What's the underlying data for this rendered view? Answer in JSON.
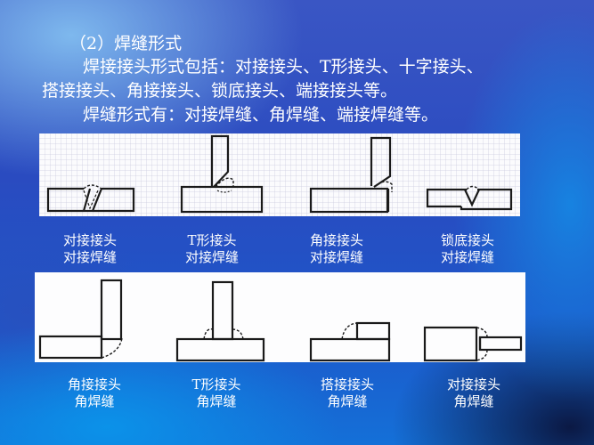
{
  "slide": {
    "heading": "（2）焊缝形式",
    "paragraph_line_1": "焊接接头形式包括：对接接头、T形接头、十字接头、",
    "paragraph_line_2": "搭接接头、角接接头、锁底接头、端接接头等。",
    "paragraph_line_3": "焊缝形式有：对接焊缝、角焊缝、端接焊缝等。"
  },
  "top_row": {
    "figures": [
      {
        "joint": "对接接头",
        "weld": "对接焊缝",
        "diagram": "butt-joint-v-groove"
      },
      {
        "joint": "T形接头",
        "weld": "对接焊缝",
        "diagram": "t-joint-bevel"
      },
      {
        "joint": "角接接头",
        "weld": "对接焊缝",
        "diagram": "corner-joint-bevel"
      },
      {
        "joint": "锁底接头",
        "weld": "对接焊缝",
        "diagram": "lock-bottom-joint"
      }
    ]
  },
  "bottom_row": {
    "figures": [
      {
        "joint": "角接接头",
        "weld": "角焊缝",
        "diagram": "corner-joint-fillet"
      },
      {
        "joint": "T形接头",
        "weld": "角焊缝",
        "diagram": "t-joint-fillet"
      },
      {
        "joint": "搭接接头",
        "weld": "角焊缝",
        "diagram": "lap-joint-fillet"
      },
      {
        "joint": "对接接头",
        "weld": "角焊缝",
        "diagram": "butt-joint-fillet"
      }
    ]
  },
  "colors": {
    "text": "#ffffff",
    "panel_background": "#fbfbfd",
    "diagram_stroke": "#1a1a1a"
  }
}
